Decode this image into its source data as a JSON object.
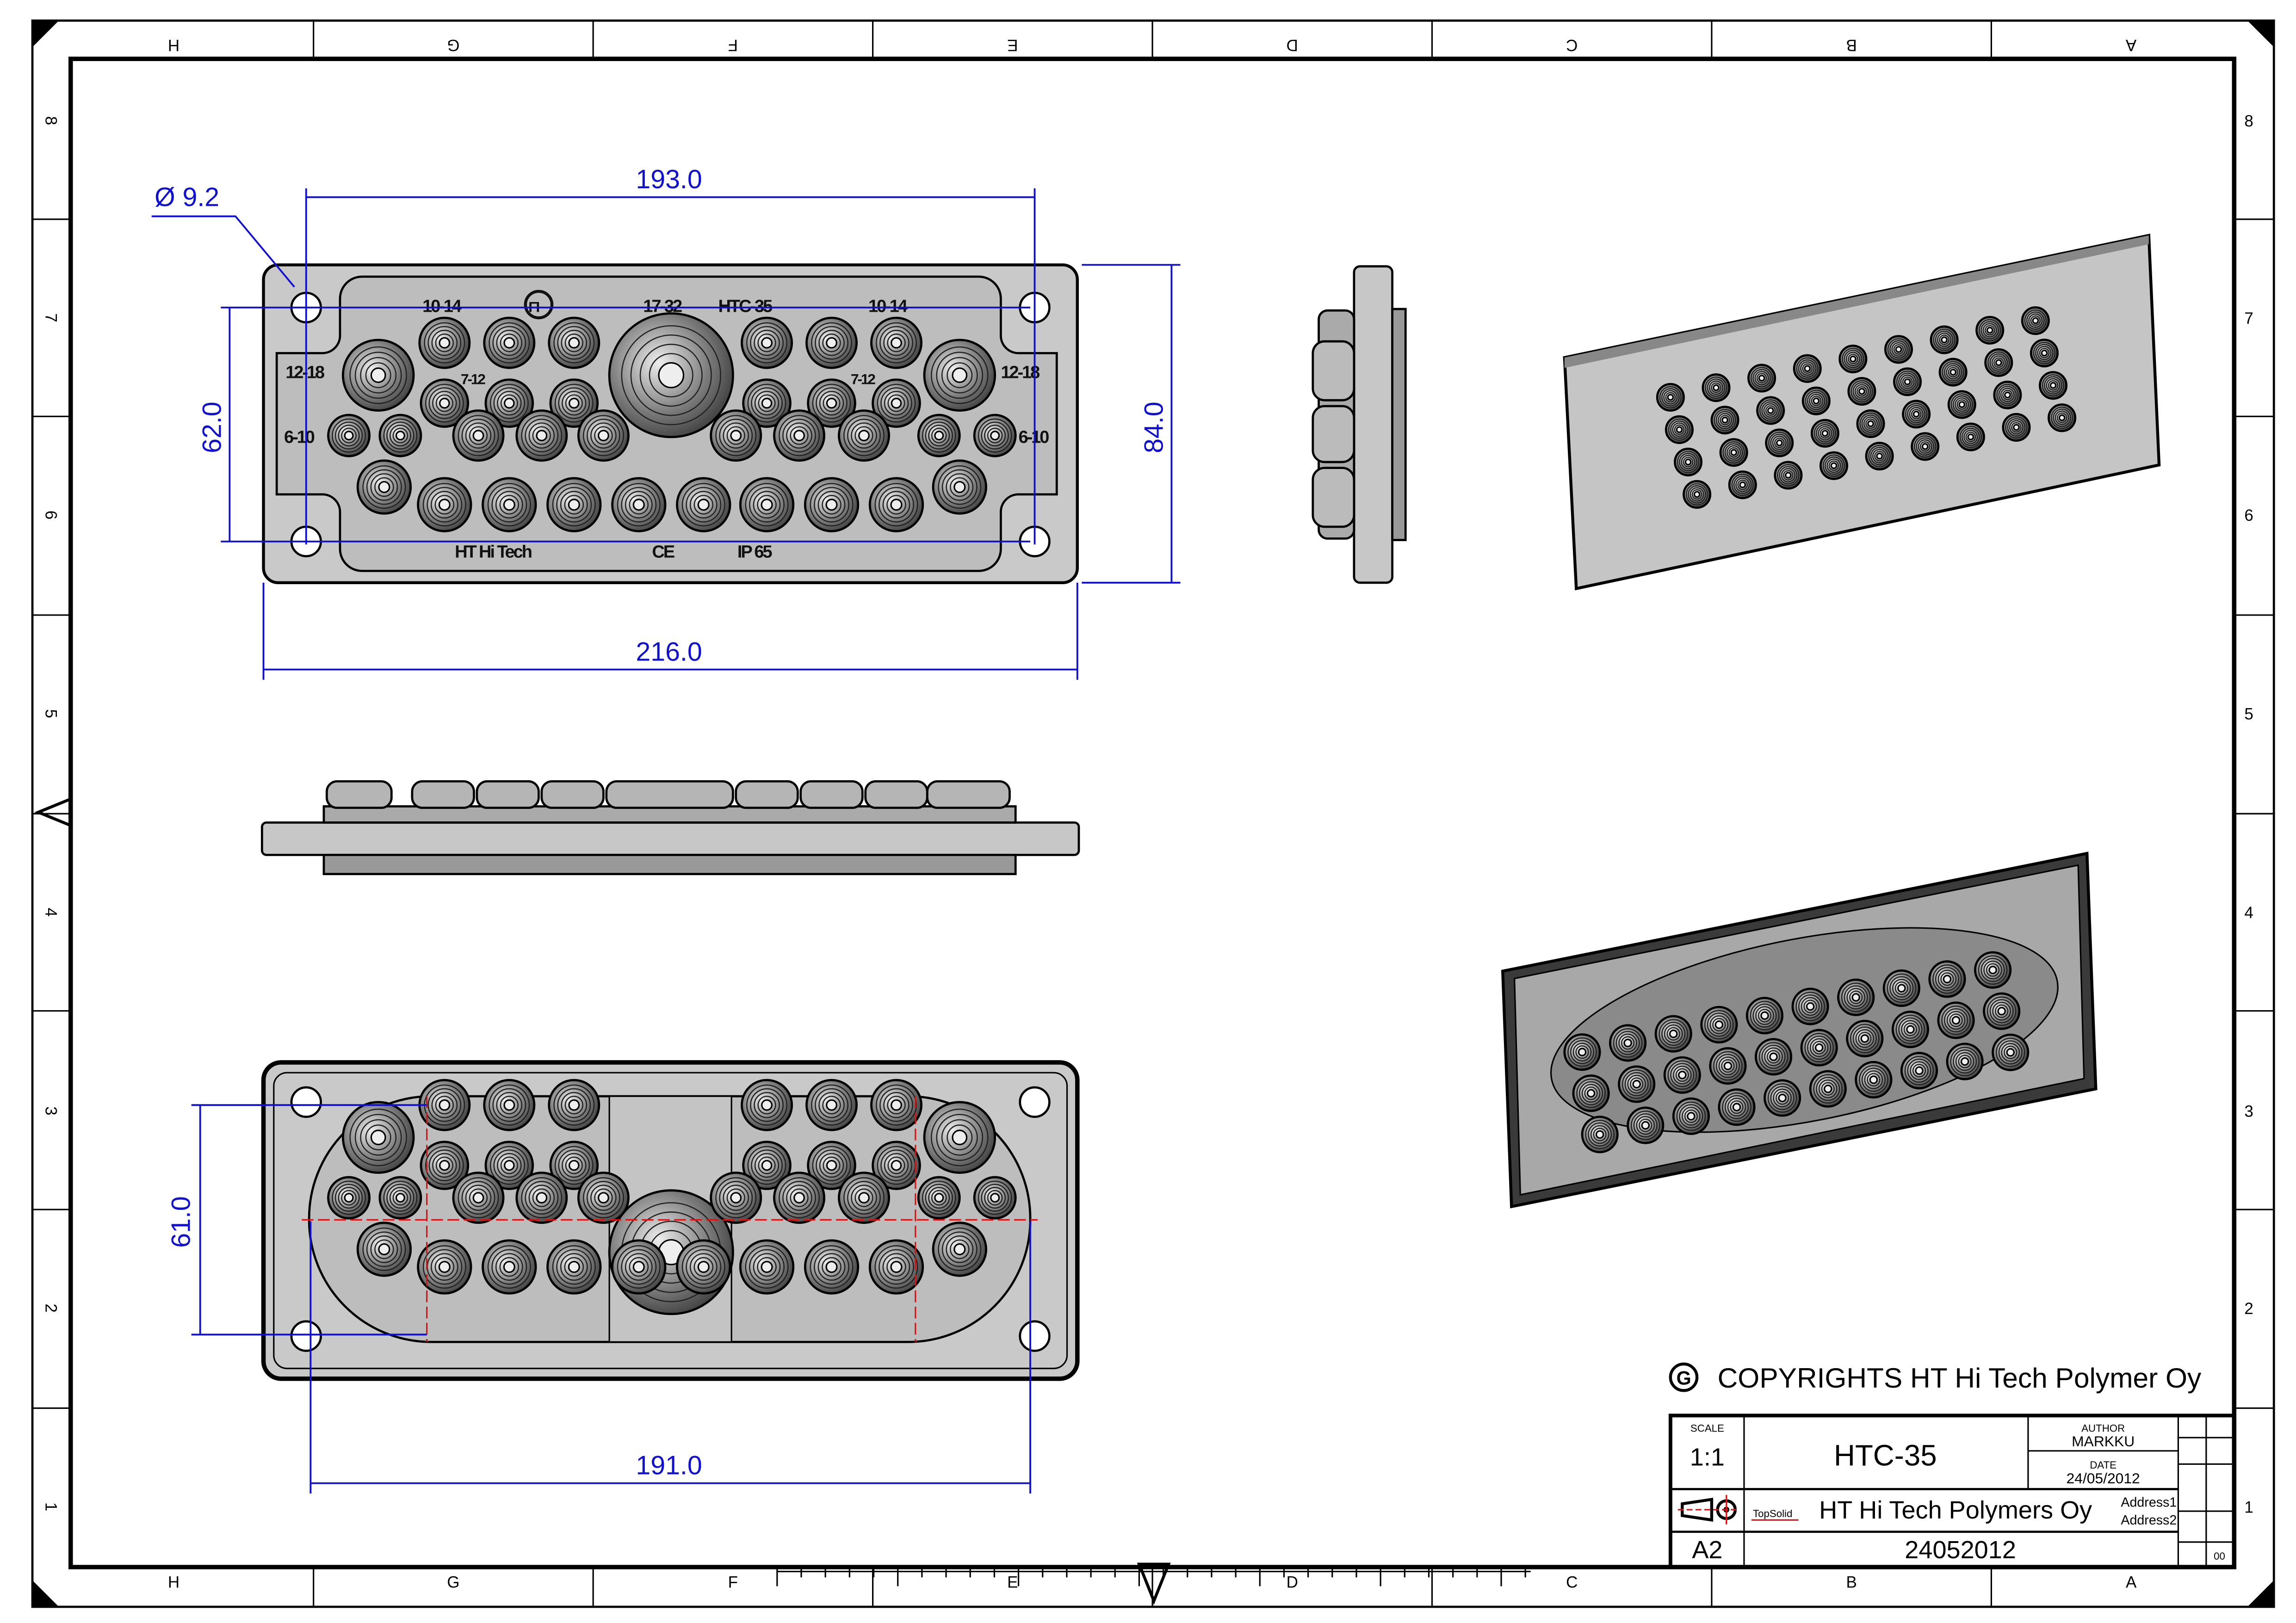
{
  "sheet": {
    "zones_letters": [
      "H",
      "G",
      "F",
      "E",
      "D",
      "C",
      "B",
      "A"
    ],
    "zones_numbers": [
      "8",
      "7",
      "6",
      "5",
      "4",
      "3",
      "2",
      "1"
    ]
  },
  "dimensions": {
    "width_holes": "193.0",
    "hole_dia": "Ø 9.2",
    "height_holes": "62.0",
    "height_total": "84.0",
    "width_total": "216.0",
    "back_height": "61.0",
    "back_width": "191.0"
  },
  "part_labels": {
    "range_10_14": "10-14",
    "range_17_32": "17-32",
    "model": "HTC-35",
    "range_12_18": "12-18",
    "range_7_12": "7-12",
    "range_6_10": "6-10",
    "brand": "HT Hi Tech",
    "ce": "CE",
    "ip": "IP 65",
    "fi": "FI"
  },
  "copyright": "COPYRIGHTS HT Hi Tech Polymer Oy",
  "title_block": {
    "scale_label": "SCALE",
    "scale": "1:1",
    "title": "HTC-35",
    "author_label": "AUTHOR",
    "author": "MARKKU",
    "date_label": "DATE",
    "date": "24/05/2012",
    "software": "TopSolid",
    "company": "HT Hi Tech Polymers Oy",
    "address1": "Address1",
    "address2": "Address2",
    "format": "A2",
    "drawing_number": "24052012",
    "revision": "00"
  }
}
